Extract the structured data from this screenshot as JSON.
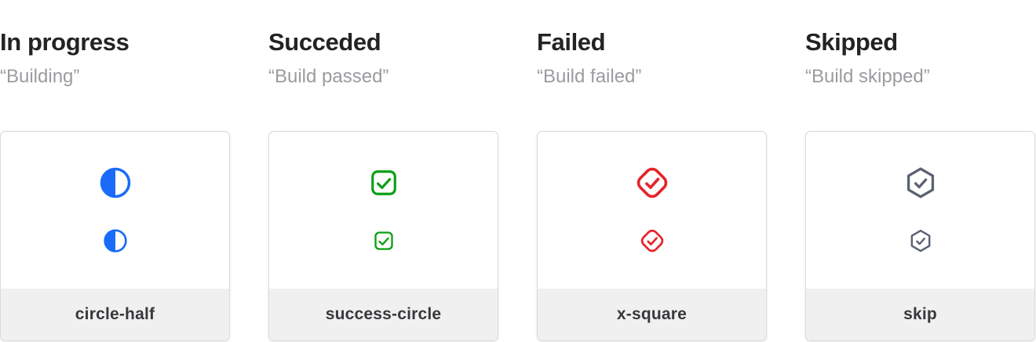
{
  "columns": [
    {
      "id": "in-progress",
      "title": "In progress",
      "subtitle": "“Building”",
      "icon": "circle-half-icon",
      "icon_label": "circle-half",
      "color": "#1A6BFA"
    },
    {
      "id": "succeeded",
      "title": "Succeded",
      "subtitle": "“Build passed”",
      "icon": "check-square-icon",
      "icon_label": "success-circle",
      "color": "#0C9E16"
    },
    {
      "id": "failed",
      "title": "Failed",
      "subtitle": "“Build failed”",
      "icon": "check-diamond-icon",
      "icon_label": "x-square",
      "color": "#E6242C"
    },
    {
      "id": "skipped",
      "title": "Skipped",
      "subtitle": "“Build skipped”",
      "icon": "check-hexagon-icon",
      "icon_label": "skip",
      "color": "#5A6272"
    }
  ],
  "colors": {
    "heading_text": "#232326",
    "subtitle_text": "#9B9BA0",
    "card_border": "#DBDBDB",
    "footer_background": "#F0F0F1",
    "footer_text": "#38383C",
    "status_building": "#1A6BFA",
    "status_passed": "#0C9E16",
    "status_failed": "#E6242C",
    "status_skipped": "#5A6272"
  }
}
